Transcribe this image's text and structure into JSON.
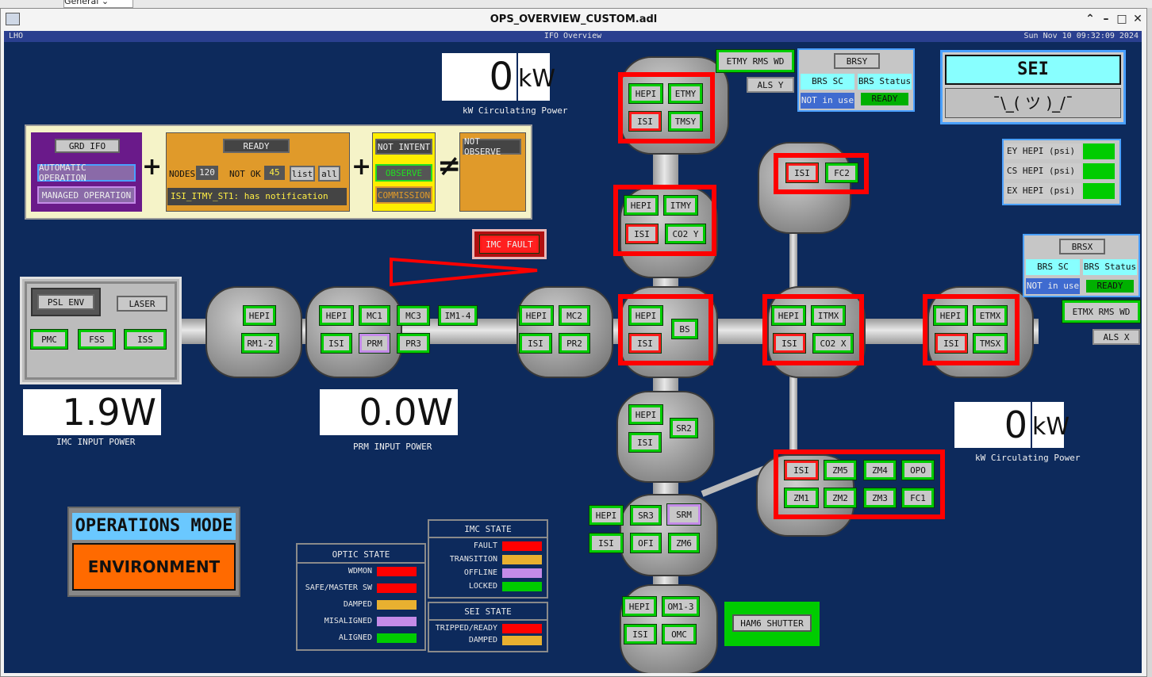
{
  "window": {
    "title": "OPS_OVERVIEW_CUSTOM.adl",
    "fragment": "General"
  },
  "header": {
    "site": "LHO",
    "center": "IFO Overview",
    "datetime": "Sun Nov 10 09:32:09 2024"
  },
  "power": {
    "top_value": "0",
    "top_unit": "kW",
    "top_label": "kW Circulating Power",
    "right_value": "0",
    "right_unit": "kW",
    "right_label": "kW Circulating Power",
    "imc_value": "1.9W",
    "imc_label": "IMC INPUT POWER",
    "prm_value": "0.0W",
    "prm_label": "PRM INPUT POWER"
  },
  "guardian": {
    "grd_ifo": "GRD IFO",
    "automatic": "AUTOMATIC OPERATION",
    "managed": "MANAGED OPERATION",
    "ready": "READY",
    "nodes_label": "NODES",
    "nodes_value": "120",
    "notok_label": "NOT OK",
    "notok_value": "45",
    "list": "list",
    "all": "all",
    "notification": "ISI_ITMY_ST1: has notification",
    "not_intent": "NOT INTENT",
    "observe": "OBSERVE",
    "commission": "COMMISSION",
    "not_observe": "NOT OBSERVE",
    "plus": "+",
    "neq": "≠"
  },
  "imc_fault": "IMC FAULT",
  "psl": {
    "psl_env": "PSL ENV",
    "laser": "LASER",
    "pmc": "PMC",
    "fss": "FSS",
    "iss": "ISS"
  },
  "chambers": {
    "ham1": {
      "hepi": "HEPI",
      "rm12": "RM1-2"
    },
    "ham2": {
      "hepi": "HEPI",
      "mc1": "MC1",
      "mc3": "MC3",
      "im14": "IM1-4",
      "isi": "ISI",
      "prm": "PRM",
      "pr3": "PR3"
    },
    "ham3": {
      "hepi": "HEPI",
      "mc2": "MC2",
      "isi": "ISI",
      "pr2": "PR2"
    },
    "bsc2": {
      "hepi": "HEPI",
      "isi": "ISI",
      "bs": "BS"
    },
    "etmy": {
      "hepi": "HEPI",
      "etmy": "ETMY",
      "isi": "ISI",
      "tmsy": "TMSY"
    },
    "itmy": {
      "hepi": "HEPI",
      "itmy": "ITMY",
      "isi": "ISI",
      "co2y": "CO2 Y"
    },
    "fc2": {
      "isi": "ISI",
      "fc2": "FC2"
    },
    "itmx": {
      "hepi": "HEPI",
      "itmx": "ITMX",
      "isi": "ISI",
      "co2x": "CO2 X"
    },
    "etmx": {
      "hepi": "HEPI",
      "etmx": "ETMX",
      "isi": "ISI",
      "tmsx": "TMSX"
    },
    "ham4": {
      "hepi": "HEPI",
      "isi": "ISI",
      "sr2": "SR2"
    },
    "ham5": {
      "hepi": "HEPI",
      "sr3": "SR3",
      "srm": "SRM",
      "isi": "ISI",
      "ofi": "OFI",
      "zm6": "ZM6"
    },
    "ham7": {
      "isi": "ISI",
      "zm5": "ZM5",
      "zm4": "ZM4",
      "opo": "OPO",
      "zm1": "ZM1",
      "zm2": "ZM2",
      "zm3": "ZM3",
      "fc1": "FC1"
    },
    "ham6": {
      "hepi": "HEPI",
      "om13": "OM1-3",
      "isi": "ISI",
      "omc": "OMC"
    }
  },
  "brs_y": {
    "title": "BRSY",
    "sc": "BRS SC",
    "status": "BRS Status",
    "sc_value": "NOT in use",
    "status_value": "READY"
  },
  "brs_x": {
    "title": "BRSX",
    "sc": "BRS SC",
    "status": "BRS Status",
    "sc_value": "NOT in use",
    "status_value": "READY"
  },
  "etmy_rms": "ETMY RMS WD",
  "als_y": "ALS Y",
  "etmx_rms": "ETMX RMS WD",
  "als_x": "ALS X",
  "sei_config": {
    "title": "SEI CONFIGURATION",
    "value": "¯\\_( ツ )_/¯"
  },
  "hepi_psi": [
    "EY HEPI (psi)",
    "CS HEPI (psi)",
    "EX HEPI (psi)"
  ],
  "ops_mode": {
    "title": "OPERATIONS MODE",
    "value": "ENVIRONMENT"
  },
  "optic_state": {
    "title": "OPTIC STATE",
    "items": [
      {
        "label": "WDMON",
        "color": "#ff0000"
      },
      {
        "label": "SAFE/MASTER SW",
        "color": "#ff0000"
      },
      {
        "label": "DAMPED",
        "color": "#e8b030"
      },
      {
        "label": "MISALIGNED",
        "color": "#c48be8"
      },
      {
        "label": "ALIGNED",
        "color": "#00cc00"
      }
    ]
  },
  "imc_state": {
    "title": "IMC STATE",
    "items": [
      {
        "label": "FAULT",
        "color": "#ff0000"
      },
      {
        "label": "TRANSITION",
        "color": "#e8b030"
      },
      {
        "label": "OFFLINE",
        "color": "#c48be8"
      },
      {
        "label": "LOCKED",
        "color": "#00cc00"
      }
    ]
  },
  "sei_state": {
    "title": "SEI STATE",
    "items": [
      {
        "label": "TRIPPED/READY",
        "color": "#ff0000"
      },
      {
        "label": "DAMPED",
        "color": "#e8b030"
      }
    ]
  },
  "ham6_shutter": "HAM6 SHUTTER"
}
